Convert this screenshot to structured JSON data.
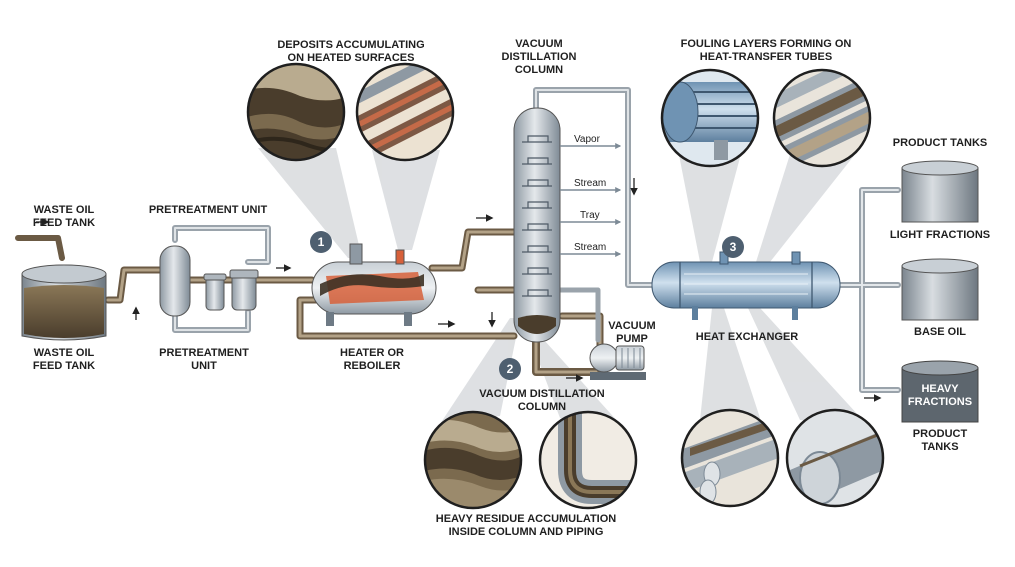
{
  "labels": {
    "deposits_title_1": "DEPOSITS ACCUMULATING",
    "deposits_title_2": "ON HEATED SURFACES",
    "column_top_1": "VACUUM",
    "column_top_2": "DISTILLATION",
    "column_top_3": "COLUMN",
    "fouling_title_1": "FOULING LAYERS FORMING ON",
    "fouling_title_2": "HEAT-TRANSFER TUBES",
    "feed_top_1": "WASTE OIL",
    "feed_top_2": "FEED TANK",
    "feed_bottom_1": "WASTE OIL",
    "feed_bottom_2": "FEED TANK",
    "pretreat_top": "PRETREATMENT UNIT",
    "pretreat_bottom_1": "PRETREATMENT",
    "pretreat_bottom_2": "UNIT",
    "heater_1": "HEATER OR",
    "heater_2": "REBOILER",
    "column_bottom_1": "VACUUM DISTILLATION",
    "column_bottom_2": "COLUMN",
    "vacuum_pump_1": "VACUUM",
    "vacuum_pump_2": "PUMP",
    "heat_exchanger": "HEAT EXCHANGER",
    "residue_1": "HEAVY RESIDUE ACCUMULATION",
    "residue_2": "INSIDE COLUMN AND PIPING",
    "product_tanks_top": "PRODUCT TANKS",
    "light_fractions": "LIGHT FRACTIONS",
    "base_oil": "BASE OIL",
    "heavy_1": "HEAVY",
    "heavy_2": "FRACTIONS",
    "product_tanks_bottom_1": "PRODUCT",
    "product_tanks_bottom_2": "TANKS"
  },
  "streams": {
    "vapor": "Vapor",
    "stream_1": "Stream",
    "tray": "Tray",
    "stream_2": "Stream"
  },
  "badges": [
    "1",
    "2",
    "3"
  ],
  "icons": {
    "feed_tank": "storage-tank-icon",
    "pump": "pump-icon",
    "magnifier": "magnifier-callout-icon"
  },
  "colors": {
    "badge": "#4e5f70",
    "pipe_outer": "#6b5a44",
    "pipe_inner": "#b3a287",
    "metal": "#b7c0c8",
    "metal_dark": "#7d8a96",
    "blue_metal": "#8fb0cc",
    "sludge": "#4a3d2c",
    "hot": "#d7603a",
    "callout": "#cfd2d5"
  }
}
